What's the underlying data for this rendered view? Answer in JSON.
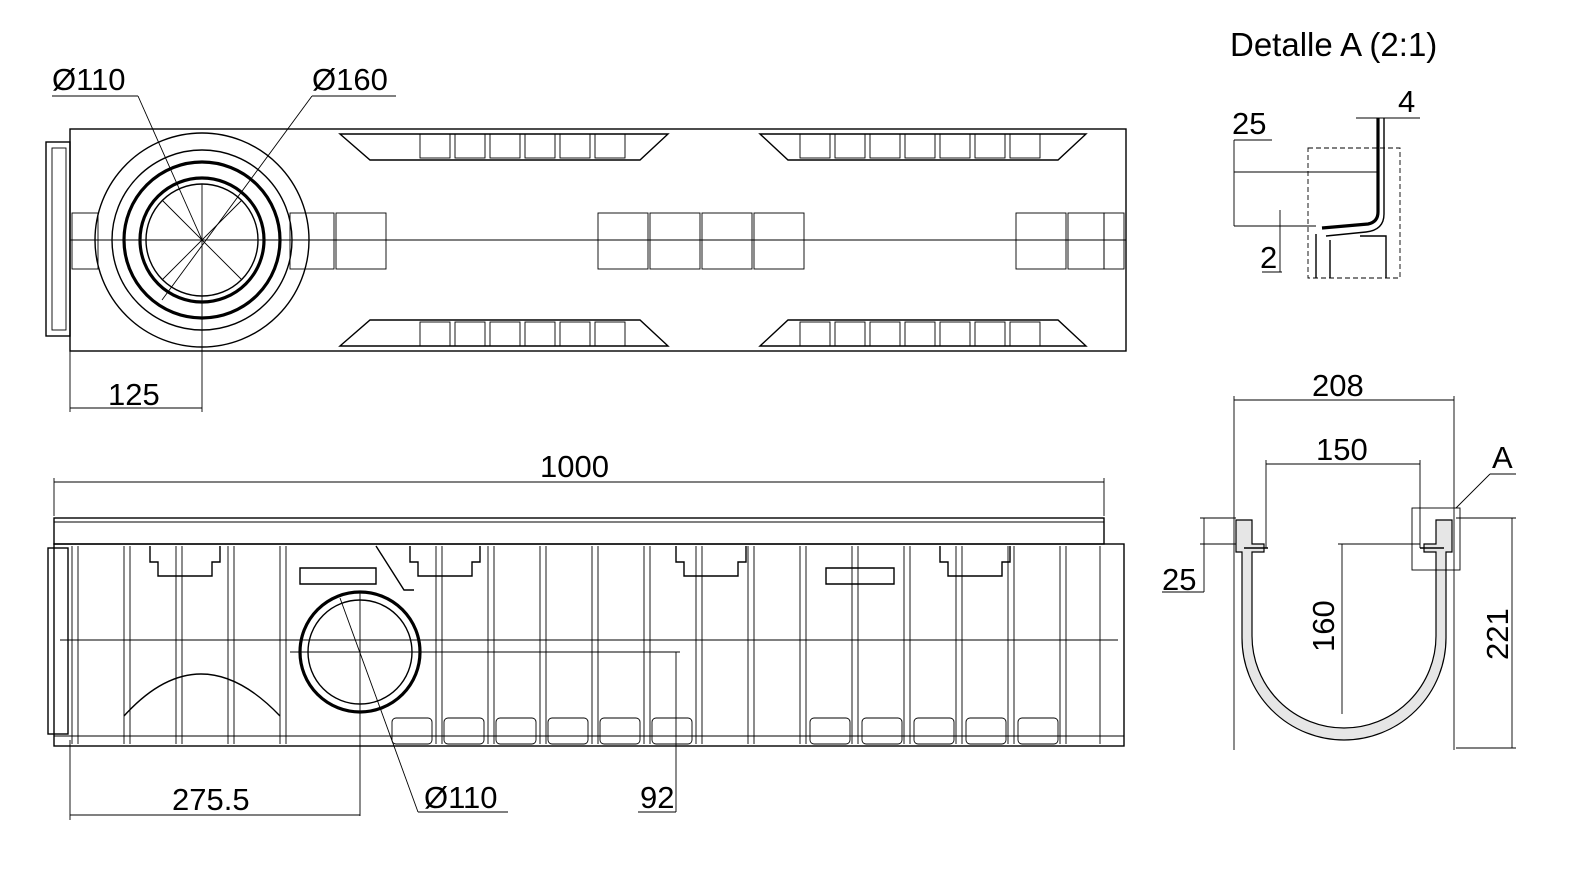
{
  "top_view": {
    "label_dia_small": "Ø110",
    "label_dia_large": "Ø160",
    "label_offset": "125"
  },
  "side_view": {
    "label_length": "1000",
    "label_offset": "275.5",
    "label_dia": "Ø110",
    "label_height": "92"
  },
  "section_view": {
    "label_width_outer": "208",
    "label_width_inner": "150",
    "label_detail_marker": "A",
    "label_flange": "25",
    "label_inner_depth": "160",
    "label_total_height": "221"
  },
  "detail_a": {
    "title": "Detalle A (2:1)",
    "label_height": "25",
    "label_thickness_top": "4",
    "label_thickness_bottom": "2"
  }
}
